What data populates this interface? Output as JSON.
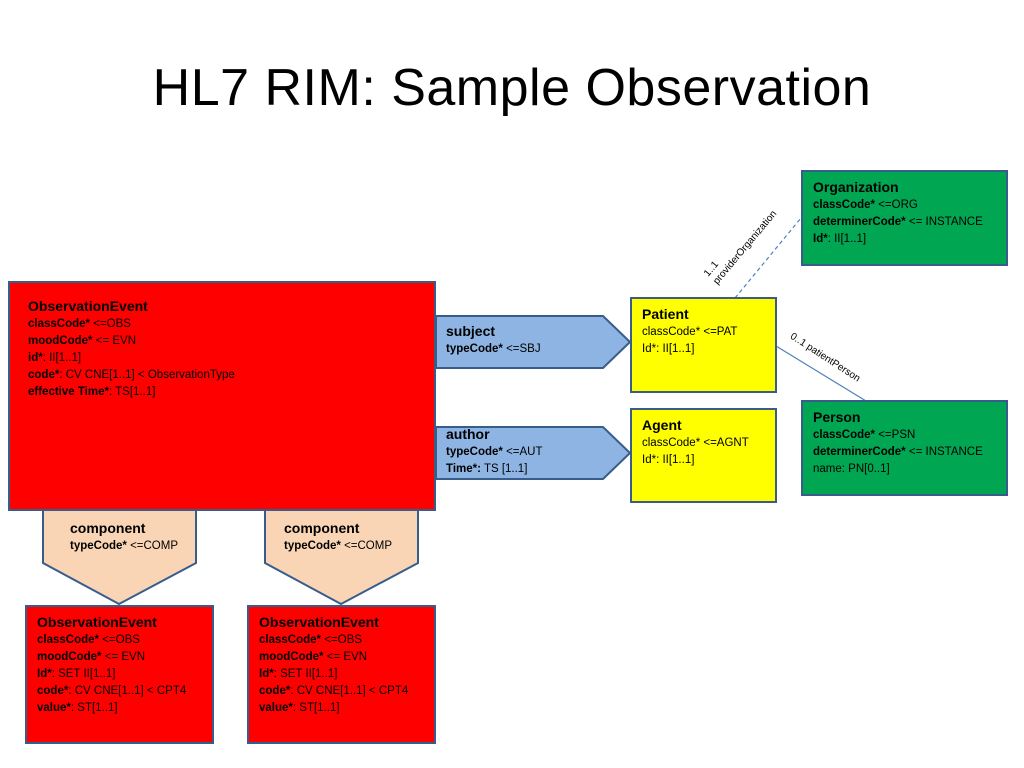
{
  "title": "HL7 RIM: Sample Observation",
  "main_observation": {
    "name": "ObservationEvent",
    "attrs": [
      {
        "key": "classCode*",
        "val": " <=OBS"
      },
      {
        "key": "moodCode*",
        "val": " <= EVN"
      },
      {
        "key": "id*",
        "val": ": II[1..1]"
      },
      {
        "key": "code*",
        "val": ": CV CNE[1..1] < ObservationType"
      },
      {
        "key": "effective Time*",
        "val": ": TS[1..1]"
      }
    ]
  },
  "subject": {
    "name": "subject",
    "attr_key": "typeCode*",
    "attr_val": " <=SBJ"
  },
  "author": {
    "name": "author",
    "attrs": [
      {
        "key": "typeCode*",
        "val": " <=AUT"
      },
      {
        "key": "Time*:",
        "val": " TS [1..1]"
      }
    ]
  },
  "patient": {
    "name": "Patient",
    "attrs": [
      "classCode* <=PAT",
      "Id*: II[1..1]"
    ]
  },
  "agent": {
    "name": "Agent",
    "attrs": [
      "classCode* <=AGNT",
      "Id*: II[1..1]"
    ]
  },
  "organization": {
    "name": "Organization",
    "attrs": [
      {
        "key": "classCode*",
        "val": " <=ORG"
      },
      {
        "key": "determinerCode*",
        "val": " <= INSTANCE"
      },
      {
        "key": "Id*",
        "val": ": II[1..1]"
      }
    ]
  },
  "person": {
    "name": "Person",
    "attrs": [
      {
        "key": "classCode*",
        "val": " <=PSN"
      },
      {
        "key": "determinerCode*",
        "val": " <= INSTANCE"
      },
      {
        "key": "",
        "val": "name: PN[0..1]"
      }
    ]
  },
  "provider_assoc": {
    "line1": "1..1",
    "line2": "providerOrganization"
  },
  "patient_assoc": {
    "text": "0..1 patientPerson"
  },
  "component_left": {
    "name": "component",
    "attr_key": "typeCode*",
    "attr_val": " <=COMP"
  },
  "component_right": {
    "name": "component",
    "attr_key": "typeCode*",
    "attr_val": " <=COMP"
  },
  "obs_left": {
    "name": "ObservationEvent",
    "attrs": [
      {
        "key": "classCode*",
        "val": " <=OBS"
      },
      {
        "key": "moodCode*",
        "val": " <= EVN"
      },
      {
        "key": "Id*",
        "val": ": SET II[1..1]"
      },
      {
        "key": "code*",
        "val": ": CV CNE[1..1] < CPT4"
      },
      {
        "key": "value*",
        "val": ": ST[1..1]"
      }
    ]
  },
  "obs_right": {
    "name": "ObservationEvent",
    "attrs": [
      {
        "key": "classCode*",
        "val": " <=OBS"
      },
      {
        "key": "moodCode*",
        "val": " <= EVN"
      },
      {
        "key": "Id*",
        "val": ": SET II[1..1]"
      },
      {
        "key": "code*",
        "val": ": CV CNE[1..1] < CPT4"
      },
      {
        "key": "value*",
        "val": ": ST[1..1]"
      }
    ]
  },
  "colors": {
    "act_red": "#ff0000",
    "role_yellow": "#ffff00",
    "entity_green": "#00a651",
    "participation_blue": "#8eb4e3",
    "act_relationship_peach": "#fad5b5",
    "border": "#385d8a"
  }
}
